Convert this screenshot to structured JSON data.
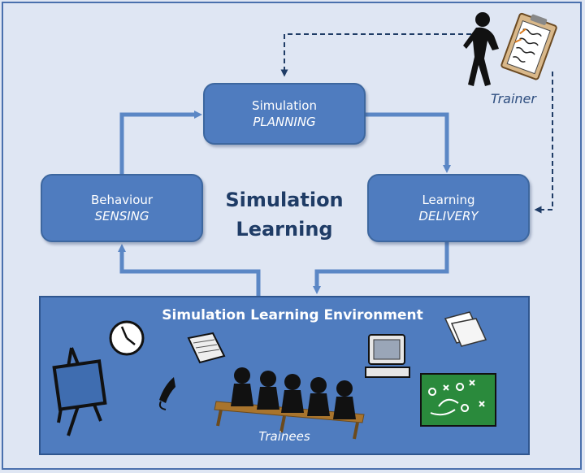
{
  "cycle": {
    "planning": {
      "line1": "Simulation",
      "line2": "PLANNING"
    },
    "sensing": {
      "line1": "Behaviour",
      "line2": "SENSING"
    },
    "delivery": {
      "line1": "Learning",
      "line2": "DELIVERY"
    }
  },
  "center": {
    "line1": "Simulation",
    "line2": "Learning"
  },
  "environment": {
    "title": "Simulation Learning Environment",
    "caption": "Trainees"
  },
  "trainer": {
    "label": "Trainer"
  },
  "colors": {
    "box": "#4f7cbf",
    "arrow": "#5b87c5",
    "text_dark": "#1f3c66",
    "board": "#2a8a3c"
  }
}
